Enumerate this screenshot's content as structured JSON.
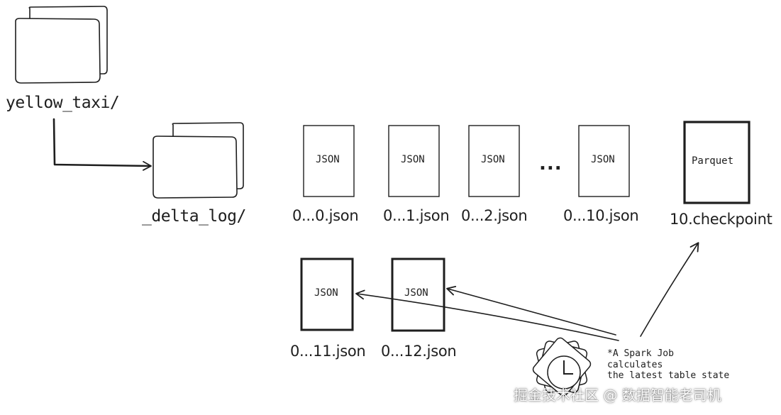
{
  "colors": {
    "ink": "#1e1e1e",
    "paper": "#ffffff"
  },
  "folders": {
    "root": "yellow_taxi/",
    "log": "_delta_log/"
  },
  "files": [
    {
      "inner": "JSON",
      "name": "0...0.json",
      "bold": false
    },
    {
      "inner": "JSON",
      "name": "0...1.json",
      "bold": false
    },
    {
      "inner": "JSON",
      "name": "0...2.json",
      "bold": false
    },
    {
      "inner": "JSON",
      "name": "0...10.json",
      "bold": false
    },
    {
      "inner": "Parquet",
      "name": "10.checkpoint",
      "bold": true
    },
    {
      "inner": "JSON",
      "name": "0...11.json",
      "bold": true
    },
    {
      "inner": "JSON",
      "name": "0...12.json",
      "bold": true
    }
  ],
  "ellipsis": "...",
  "note": {
    "line1": "*A Spark Job",
    "line2": "calculates",
    "line3": "the latest table state"
  },
  "icons": {
    "job": "clock-badge-icon"
  },
  "watermark": "掘金技术社区 @ 数据智能老司机"
}
